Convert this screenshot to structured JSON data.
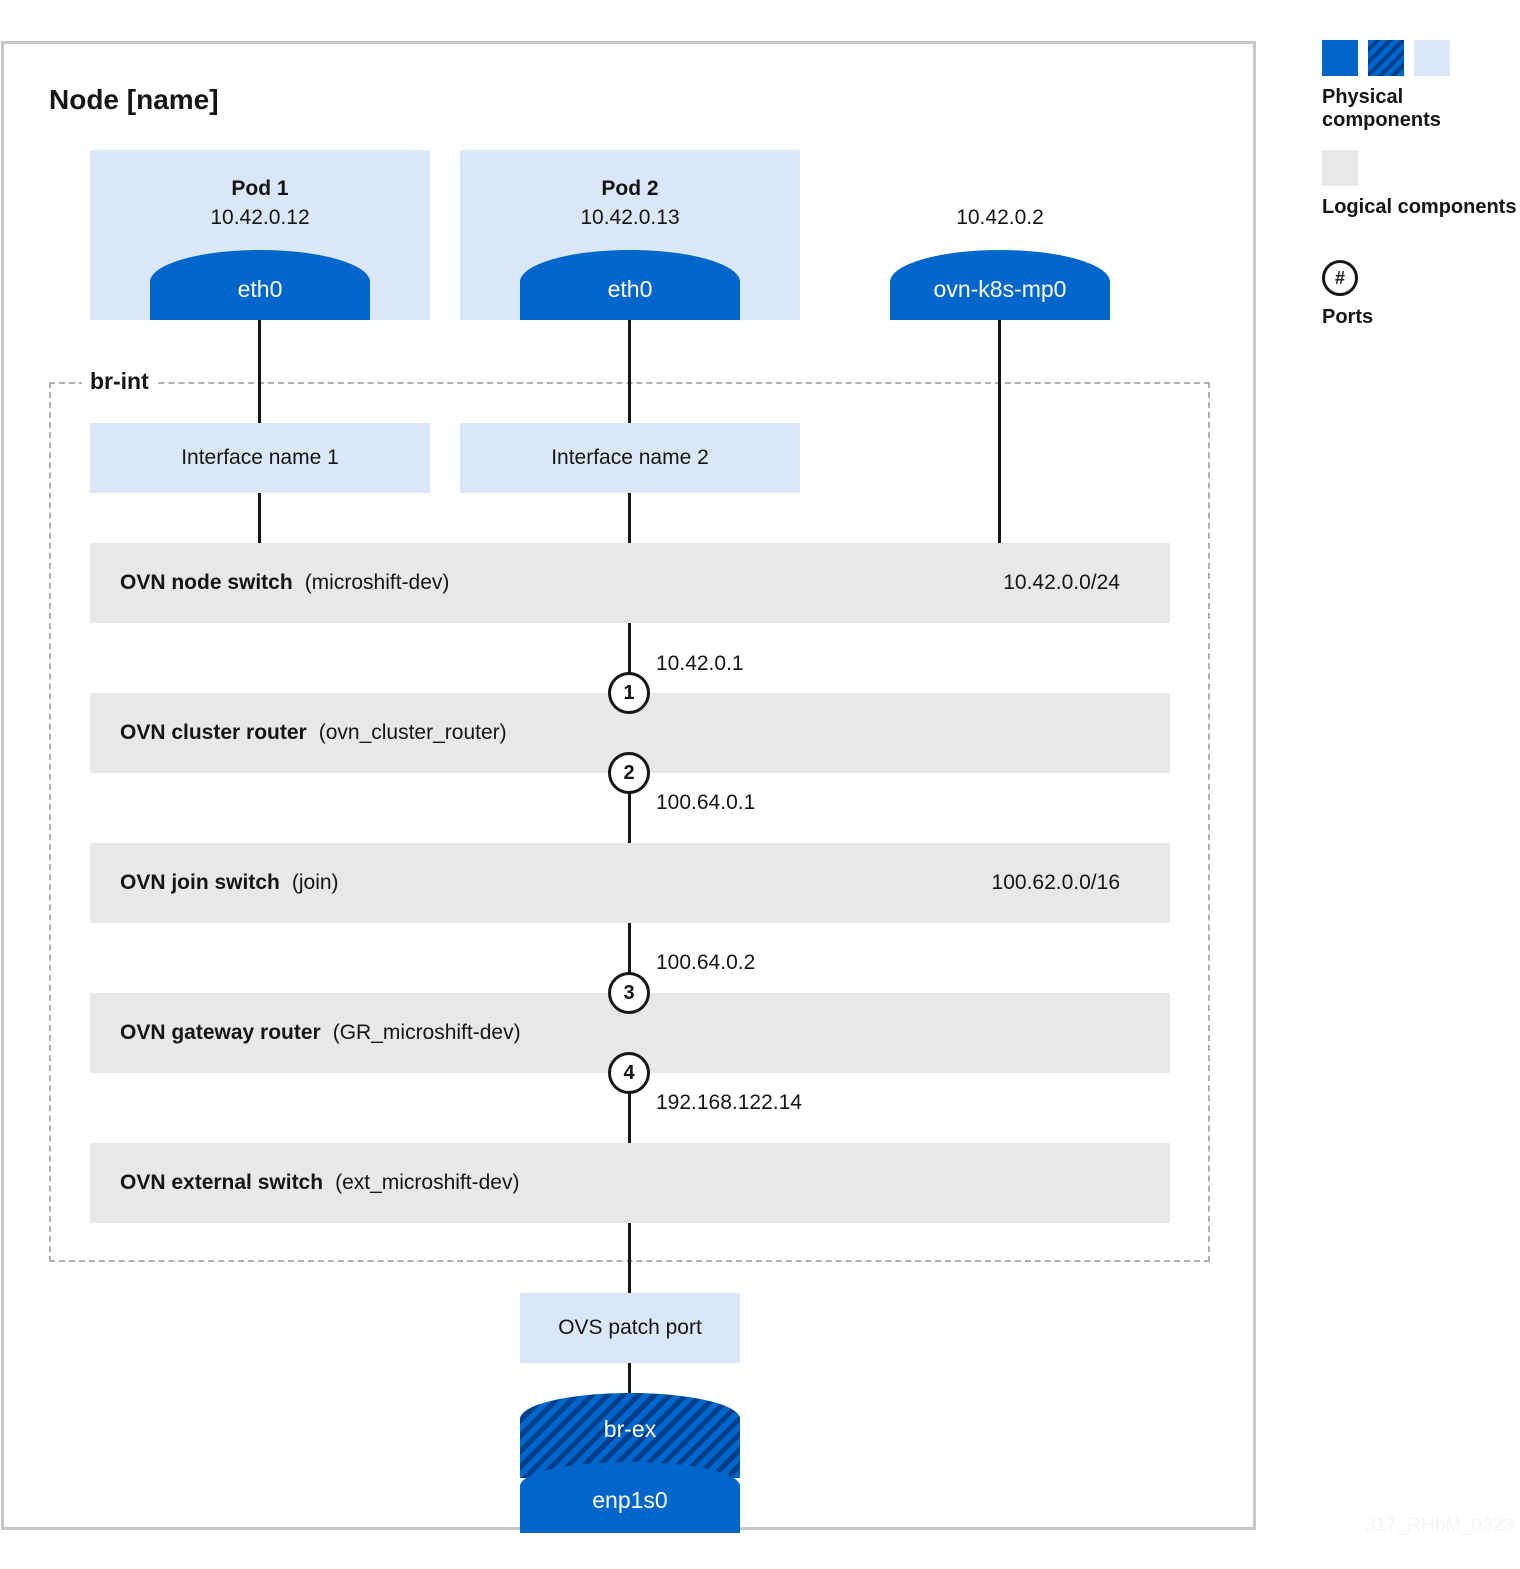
{
  "node": {
    "title": "Node [name]"
  },
  "pods": [
    {
      "title": "Pod 1",
      "ip": "10.42.0.12",
      "interface": "eth0"
    },
    {
      "title": "Pod 2",
      "ip": "10.42.0.13",
      "interface": "eth0"
    }
  ],
  "management_port": {
    "ip": "10.42.0.2",
    "interface": "ovn-k8s-mp0"
  },
  "br_int": {
    "label": "br-int"
  },
  "interfaces": [
    "Interface name 1",
    "Interface name 2"
  ],
  "node_switch": {
    "name": "OVN node switch",
    "id": "(microshift-dev)",
    "cidr": "10.42.0.0/24"
  },
  "cluster_router": {
    "name": "OVN cluster router",
    "id": "(ovn_cluster_router)"
  },
  "join_switch": {
    "name": "OVN join switch",
    "id": "(join)",
    "cidr": "100.62.0.0/16"
  },
  "gateway_router": {
    "name": "OVN gateway router",
    "id": "(GR_microshift-dev)"
  },
  "external_switch": {
    "name": "OVN external switch",
    "id": "(ext_microshift-dev)"
  },
  "ports": [
    {
      "number": "1",
      "ip": "10.42.0.1"
    },
    {
      "number": "2",
      "ip": "100.64.0.1"
    },
    {
      "number": "3",
      "ip": "100.64.0.2"
    },
    {
      "number": "4",
      "ip": "192.168.122.14"
    }
  ],
  "patch_port": {
    "label": "OVS patch port"
  },
  "bridge": {
    "top": "br-ex",
    "bottom": "enp1s0"
  },
  "legend": {
    "physical": "Physical components",
    "logical": "Logical components",
    "ports_label": "Ports",
    "ports_symbol": "#",
    "colors": {
      "physical_dark": "#0066cc",
      "physical_hatched": "#003f8a",
      "physical_light": "#d9e7f6",
      "logical": "#e8e8e8"
    }
  },
  "watermark": "317_RHbM_0323"
}
